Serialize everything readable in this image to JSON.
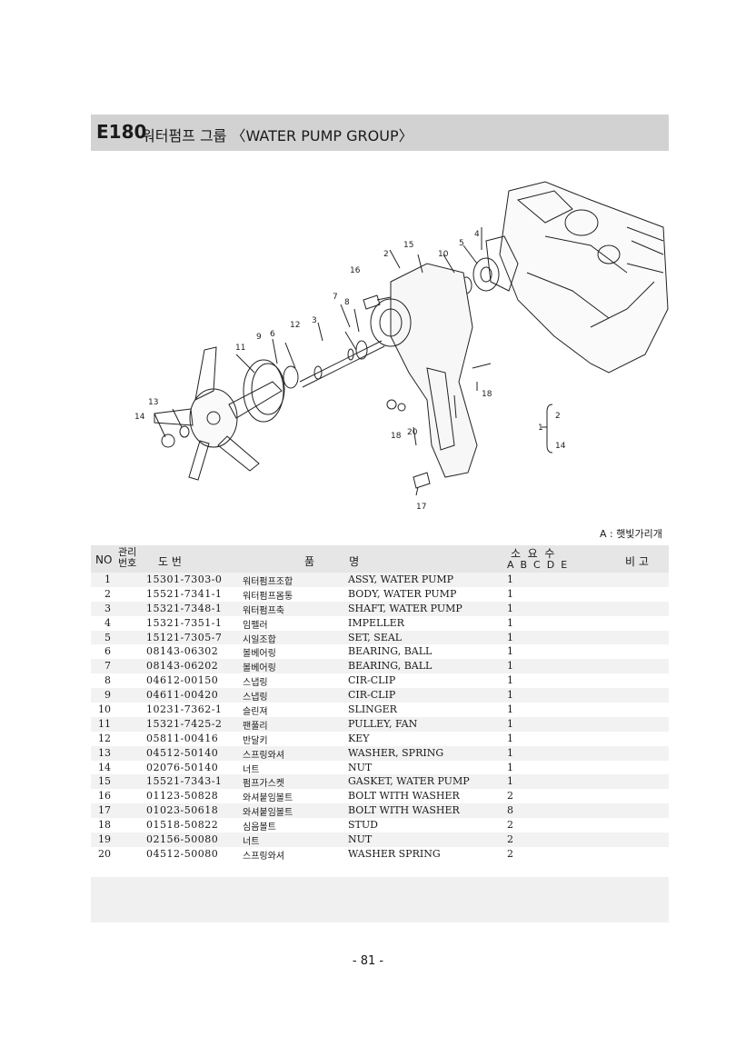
{
  "header": {
    "code": "E180",
    "title": "워터펌프 그룹 〈WATER PUMP GROUP〉"
  },
  "diagram": {
    "callouts": [
      "1",
      "2",
      "3",
      "4",
      "5",
      "6",
      "7",
      "8",
      "9",
      "10",
      "11",
      "12",
      "13",
      "14",
      "15",
      "16",
      "17",
      "18",
      "18",
      "20",
      "2",
      "14"
    ]
  },
  "legend_note": "A : 햇빛가리개",
  "table": {
    "headers": {
      "no": "NO",
      "mgmt": "관리 번호",
      "drawing": "도   번",
      "name": "품          명",
      "qty": "소  요  수",
      "qty_cols": "A  B  C  D  E",
      "remarks": "비 고"
    },
    "rows": [
      {
        "no": "1",
        "part": "15301-7303-0",
        "kor": "워터펌프조합",
        "eng": "ASSY, WATER PUMP",
        "qty": "1"
      },
      {
        "no": "2",
        "part": "15521-7341-1",
        "kor": "워터펌프몸통",
        "eng": "BODY, WATER PUMP",
        "qty": "1"
      },
      {
        "no": "3",
        "part": "15321-7348-1",
        "kor": "워터펌프축",
        "eng": "SHAFT, WATER PUMP",
        "qty": "1"
      },
      {
        "no": "4",
        "part": "15321-7351-1",
        "kor": "임펠러",
        "eng": "IMPELLER",
        "qty": "1"
      },
      {
        "no": "5",
        "part": "15121-7305-7",
        "kor": "시일조합",
        "eng": "SET, SEAL",
        "qty": "1"
      },
      {
        "no": "6",
        "part": "08143-06302",
        "kor": "볼베어링",
        "eng": "BEARING, BALL",
        "qty": "1"
      },
      {
        "no": "7",
        "part": "08143-06202",
        "kor": "볼베어링",
        "eng": "BEARING, BALL",
        "qty": "1"
      },
      {
        "no": "8",
        "part": "04612-00150",
        "kor": "스냅링",
        "eng": "CIR-CLIP",
        "qty": "1"
      },
      {
        "no": "9",
        "part": "04611-00420",
        "kor": "스냅링",
        "eng": "CIR-CLIP",
        "qty": "1"
      },
      {
        "no": "10",
        "part": "10231-7362-1",
        "kor": "슬린져",
        "eng": "SLINGER",
        "qty": "1"
      },
      {
        "no": "11",
        "part": "15321-7425-2",
        "kor": "팬풀리",
        "eng": "PULLEY, FAN",
        "qty": "1"
      },
      {
        "no": "12",
        "part": "05811-00416",
        "kor": "반달키",
        "eng": "KEY",
        "qty": "1"
      },
      {
        "no": "13",
        "part": "04512-50140",
        "kor": "스프링와셔",
        "eng": "WASHER, SPRING",
        "qty": "1"
      },
      {
        "no": "14",
        "part": "02076-50140",
        "kor": "너트",
        "eng": "NUT",
        "qty": "1"
      },
      {
        "no": "15",
        "part": "15521-7343-1",
        "kor": "펌프가스켓",
        "eng": "GASKET, WATER PUMP",
        "qty": "1"
      },
      {
        "no": "16",
        "part": "01123-50828",
        "kor": "와셔붙임볼트",
        "eng": "BOLT WITH WASHER",
        "qty": "2"
      },
      {
        "no": "17",
        "part": "01023-50618",
        "kor": "와셔붙임볼트",
        "eng": "BOLT WITH WASHER",
        "qty": "8"
      },
      {
        "no": "18",
        "part": "01518-50822",
        "kor": "심음볼트",
        "eng": "STUD",
        "qty": "2"
      },
      {
        "no": "19",
        "part": "02156-50080",
        "kor": "너트",
        "eng": "NUT",
        "qty": "2"
      },
      {
        "no": "20",
        "part": "04512-50080",
        "kor": "스프링와셔",
        "eng": "WASHER SPRING",
        "qty": "2"
      }
    ]
  },
  "page_number": "- 81 -"
}
